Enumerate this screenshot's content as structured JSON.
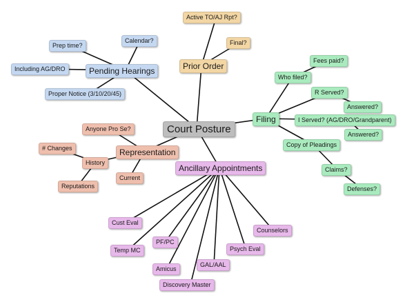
{
  "center": {
    "label": "Court Posture"
  },
  "branches": {
    "pending_hearings": {
      "label": "Pending Hearings",
      "children": {
        "prep_time": "Prep time?",
        "calendar": "Calendar?",
        "including": "Including AG/DRO",
        "proper_notice": "Proper Notice (3/10/20/45)"
      }
    },
    "prior_order": {
      "label": "Prior Order",
      "children": {
        "active": "Active TO/AJ Rpt?",
        "final": "Final?"
      }
    },
    "filing": {
      "label": "Filing",
      "children": {
        "who_filed": "Who filed?",
        "fees_paid": "Fees paid?",
        "r_served": "R Served?",
        "answered1": "Answered?",
        "i_served": "I Served? (AG/DRO/Grandparent)",
        "answered2": "Answered?",
        "copy": "Copy of Pleadings",
        "claims": "Claims?",
        "defenses": "Defenses?"
      }
    },
    "representation": {
      "label": "Representation",
      "children": {
        "pro_se": "Anyone Pro Se?",
        "history": "History",
        "changes": "# Changes",
        "reputations": "Reputations",
        "current": "Current"
      }
    },
    "ancillary": {
      "label": "Ancillary Appointments",
      "children": {
        "cust_eval": "Cust Eval",
        "temp_mc": "Temp MC",
        "pf_pc": "PF/PC",
        "amicus": "Amicus",
        "gal": "GAL/AAL",
        "discovery": "Discovery Master",
        "psych": "Psych Eval",
        "counselors": "Counselors"
      }
    }
  }
}
